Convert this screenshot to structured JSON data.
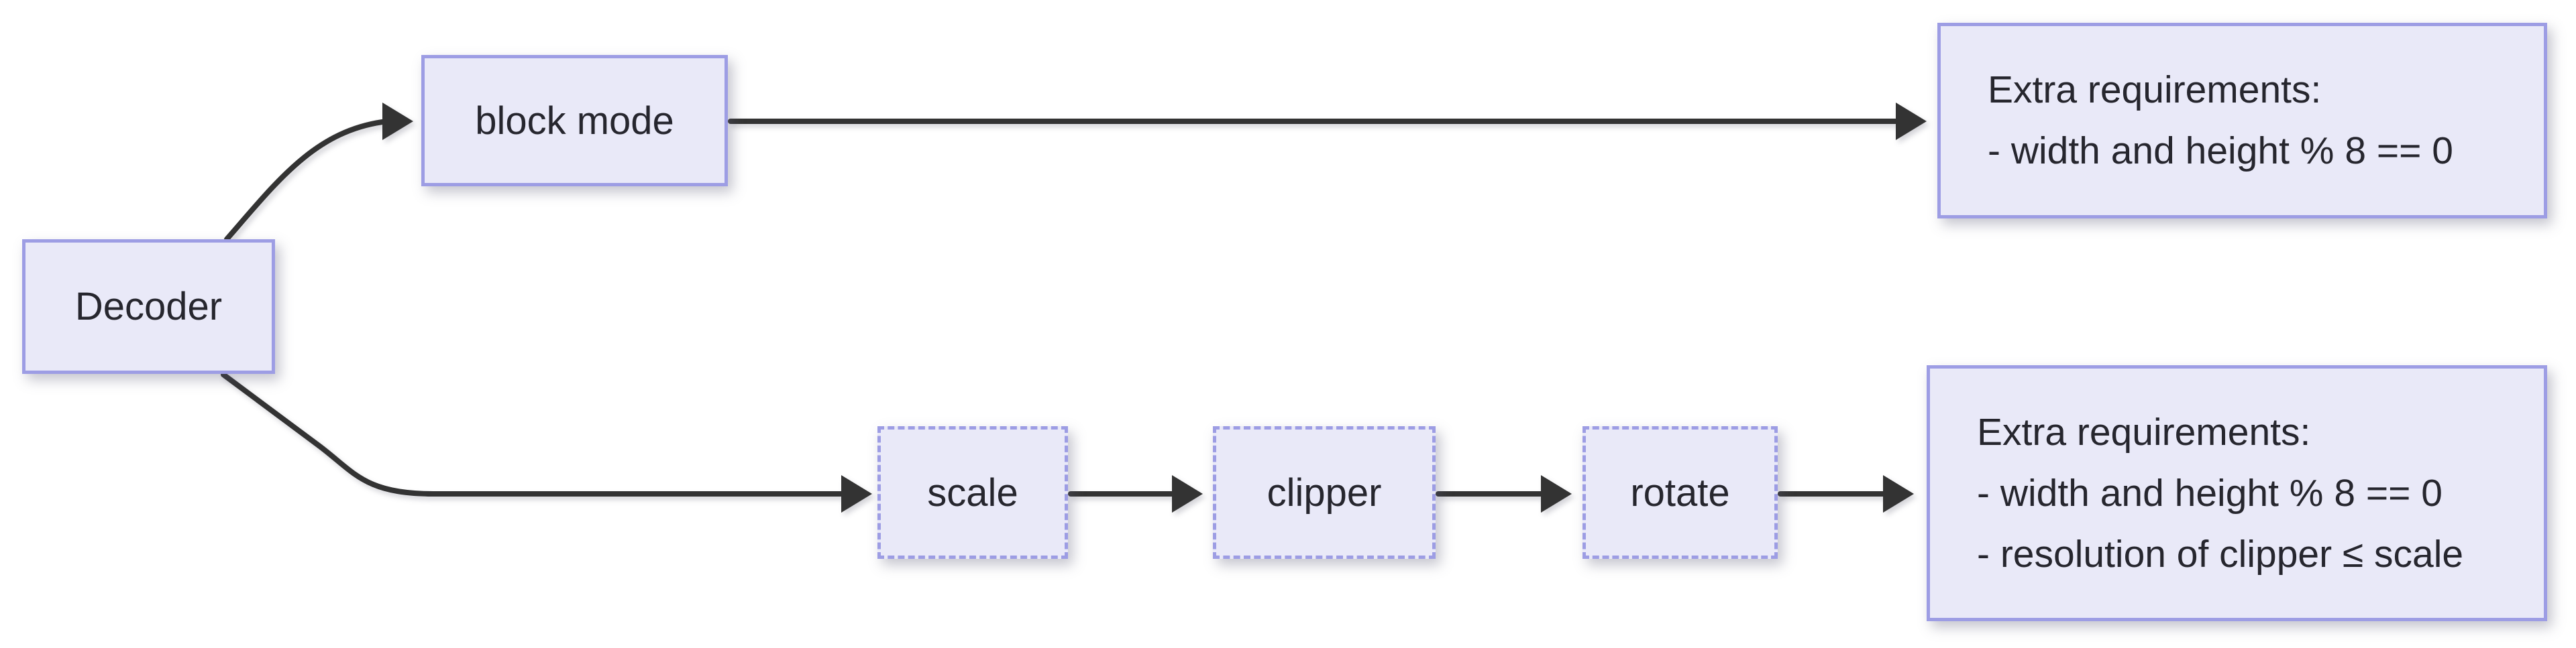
{
  "diagram": {
    "type": "flowchart-left-to-right",
    "background": "#ffffff",
    "colors": {
      "node_fill": "#e9e9f8",
      "node_border": "#9d9de4",
      "edge": "#333333",
      "text": "#26262e"
    },
    "nodes": [
      {
        "id": "decoder",
        "label": "Decoder",
        "border": "solid"
      },
      {
        "id": "block-mode",
        "label": "block mode",
        "border": "solid"
      },
      {
        "id": "scale",
        "label": "scale",
        "border": "dashed"
      },
      {
        "id": "clipper",
        "label": "clipper",
        "border": "dashed"
      },
      {
        "id": "rotate",
        "label": "rotate",
        "border": "dashed"
      },
      {
        "id": "extra-top",
        "border": "solid",
        "lines": [
          "Extra requirements:",
          "- width and height % 8 == 0"
        ]
      },
      {
        "id": "extra-bottom",
        "border": "solid",
        "lines": [
          "Extra requirements:",
          "- width and height % 8 == 0",
          "- resolution of clipper ≤ scale"
        ]
      }
    ],
    "edges": [
      {
        "from": "decoder",
        "to": "block-mode"
      },
      {
        "from": "decoder",
        "to": "scale"
      },
      {
        "from": "block-mode",
        "to": "extra-top"
      },
      {
        "from": "scale",
        "to": "clipper"
      },
      {
        "from": "clipper",
        "to": "rotate"
      },
      {
        "from": "rotate",
        "to": "extra-bottom"
      }
    ]
  }
}
